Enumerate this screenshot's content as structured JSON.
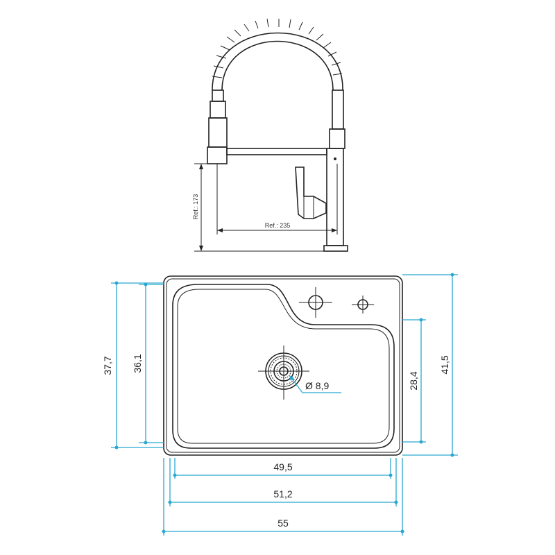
{
  "faucet": {
    "height_label": "Ref.: 173",
    "reach_label": "Ref.: 235"
  },
  "sink": {
    "dim_outer_width": "55",
    "dim_mid_width": "51,2",
    "dim_inner_width": "49,5",
    "dim_outer_depth_left": "37,7",
    "dim_inner_depth_left": "36,1",
    "dim_outer_depth_right": "41,5",
    "dim_inner_depth_right": "28,4",
    "drain_diameter": "Ø 8,9"
  },
  "colors": {
    "dimension": "#29a8cf",
    "ink": "#222222"
  }
}
